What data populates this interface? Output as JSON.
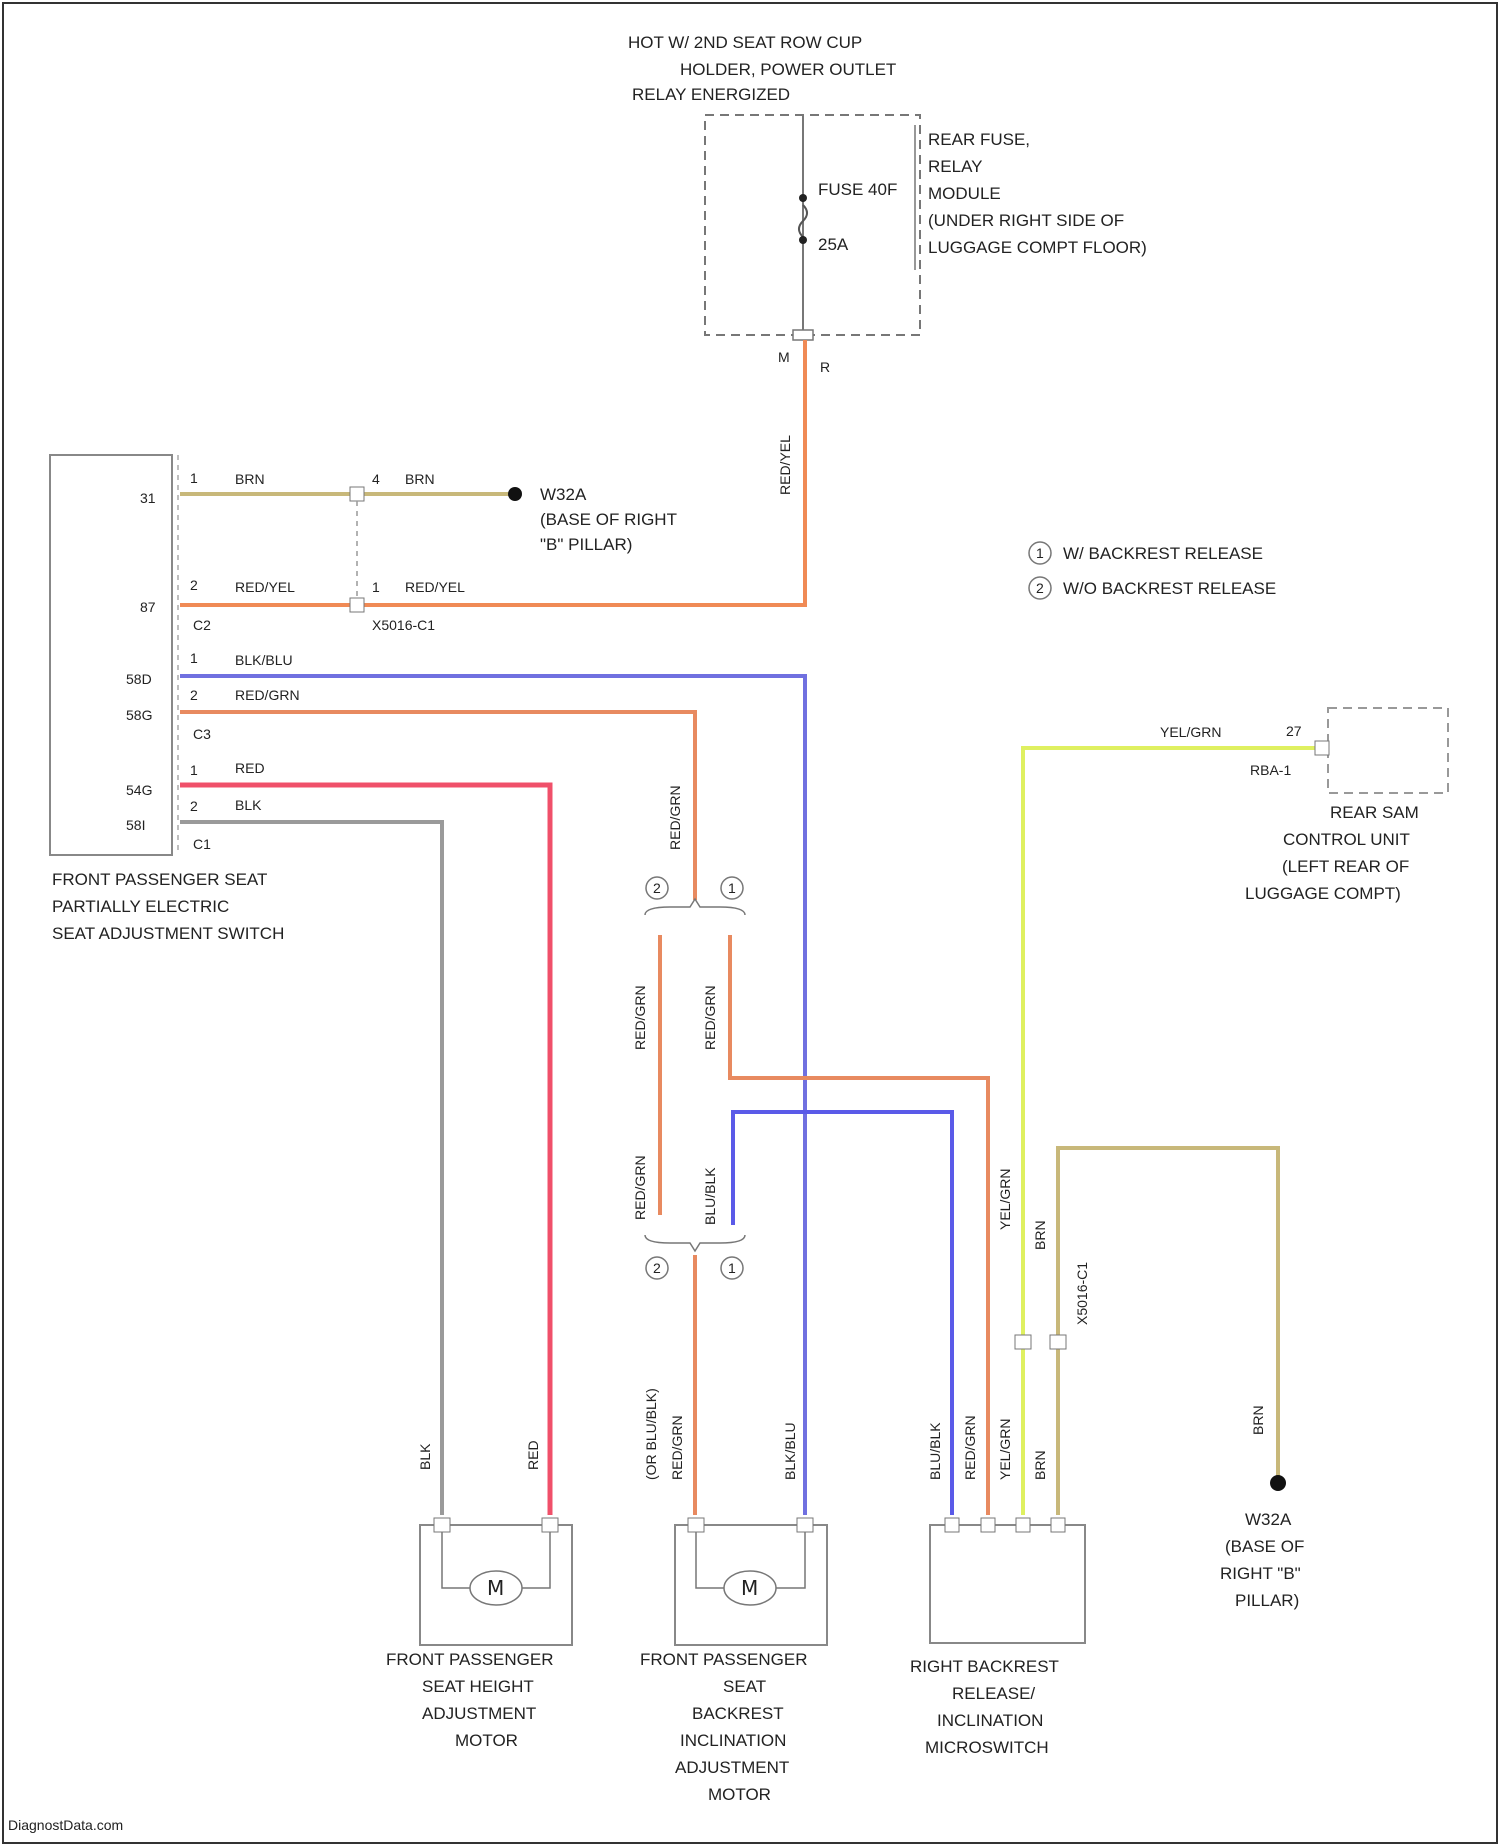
{
  "labels": {
    "hot_note": [
      "HOT W/ 2ND SEAT ROW CUP",
      "HOLDER, POWER OUTLET",
      "RELAY ENERGIZED"
    ],
    "rear_fuse_module": [
      "REAR FUSE,",
      "RELAY",
      "MODULE",
      "(UNDER RIGHT SIDE OF",
      "LUGGAGE COMPT FLOOR)"
    ],
    "fuse_name": "FUSE 40F",
    "fuse_rating": "25A",
    "fuse_conn_a": "M",
    "fuse_conn_b": "R",
    "legend1_num": "1",
    "legend1_text": "W/ BACKREST RELEASE",
    "legend2_num": "2",
    "legend2_text": "W/O BACKREST RELEASE",
    "switch_name": [
      "FRONT PASSENGER SEAT",
      "PARTIALLY ELECTRIC",
      "SEAT ADJUSTMENT SWITCH"
    ],
    "sw_t31": "31",
    "sw_t87": "87",
    "sw_t58d": "58D",
    "sw_t58l": "58G",
    "sw_t54g": "54G",
    "sw_t58i": "58I",
    "c2": "C2",
    "c3": "C3",
    "c1": "C1",
    "pin_1a": "1",
    "pin_2a": "2",
    "pin_1b": "1",
    "pin_2b": "2",
    "pin_1c": "1",
    "pin_2c": "2",
    "pin_4": "4",
    "pin_1d": "1",
    "x5016": "X5016-C1",
    "ground_top": [
      "W32A",
      "(BASE OF RIGHT",
      "\"B\" PILLAR)"
    ],
    "ground_bottom": [
      "W32A",
      "(BASE OF",
      "RIGHT \"B\"",
      "PILLAR)"
    ],
    "rear_sam": [
      "REAR SAM",
      "CONTROL UNIT",
      "(LEFT REAR OF",
      "LUGGAGE COMPT)"
    ],
    "rba_conn": "RBA-1",
    "rba_pin": "27",
    "motor1_name": [
      "FRONT PASSENGER",
      "SEAT HEIGHT",
      "ADJUSTMENT",
      "MOTOR"
    ],
    "motor2_name": [
      "FRONT PASSENGER",
      "SEAT",
      "BACKREST",
      "INCLINATION",
      "ADJUSTMENT",
      "MOTOR"
    ],
    "microswitch_name": [
      "RIGHT BACKREST",
      "RELEASE/",
      "INCLINATION",
      "MICROSWITCH"
    ],
    "motor_symbol": "M",
    "x5016_v": "X5016-C1",
    "footer": "DiagnostData.com"
  },
  "wires": {
    "brn": "BRN",
    "red_yel": "RED/YEL",
    "blk_blu": "BLK/BLU",
    "red_grn": "RED/GRN",
    "red": "RED",
    "blk": "BLK",
    "yel_grn": "YEL/GRN",
    "blu_blk": "BLU/BLK",
    "or_blu_blk": "(OR BLU/BLK)"
  },
  "colors": {
    "brn": "#c8b87a",
    "red_yel": "#f08a55",
    "blk_blu": "#7070e0",
    "red_grn": "#e88a60",
    "red": "#f0506a",
    "blk": "#9a9a9a",
    "yel_grn": "#dff060",
    "blu_blk": "#5a5ae8",
    "outline": "#777777"
  }
}
